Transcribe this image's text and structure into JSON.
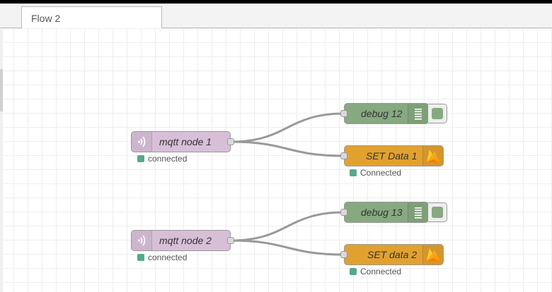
{
  "tabs": [
    {
      "label": "Flow 2"
    }
  ],
  "nodes": {
    "mqtt1": {
      "label": "mqtt node 1",
      "status": "connected",
      "icon": "mqtt-wave-icon"
    },
    "mqtt2": {
      "label": "mqtt node 2",
      "status": "connected",
      "icon": "mqtt-wave-icon"
    },
    "debug12": {
      "label": "debug 12",
      "icon": "debug-list-icon"
    },
    "debug13": {
      "label": "debug 13",
      "icon": "debug-list-icon"
    },
    "set1": {
      "label": "SET Data 1",
      "status": "Connected",
      "icon": "firebase-flame-icon"
    },
    "set2": {
      "label": "SET data 2",
      "status": "Connected",
      "icon": "firebase-flame-icon"
    }
  },
  "colors": {
    "mqtt_node": "#d8bfd8",
    "debug_node": "#87a980",
    "firebase_node": "#e2a12f",
    "status_connected": "#5a8",
    "wire": "#999999"
  }
}
